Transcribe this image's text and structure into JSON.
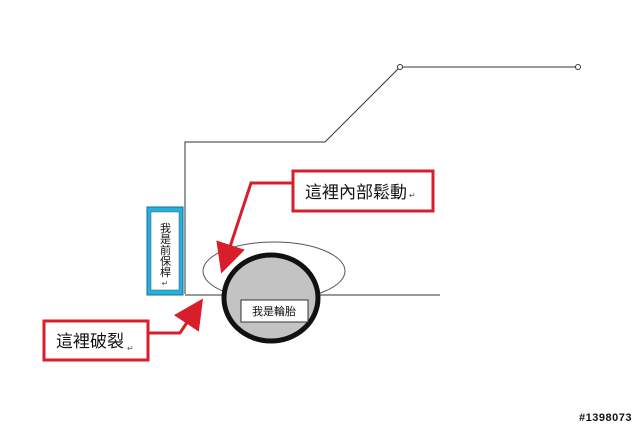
{
  "labels": {
    "bumper": "我是前保桿",
    "tire": "我是輪胎",
    "loose": "這裡內部鬆動",
    "crack": "這裡破裂"
  },
  "watermark": "#1398073",
  "colors": {
    "callout_border": "#d81e2a",
    "arrow": "#d81e2a",
    "bumper_fill": "#1fb3df",
    "tire_fill": "#c3c3c3",
    "tire_stroke": "#111111",
    "outline": "#333333"
  }
}
